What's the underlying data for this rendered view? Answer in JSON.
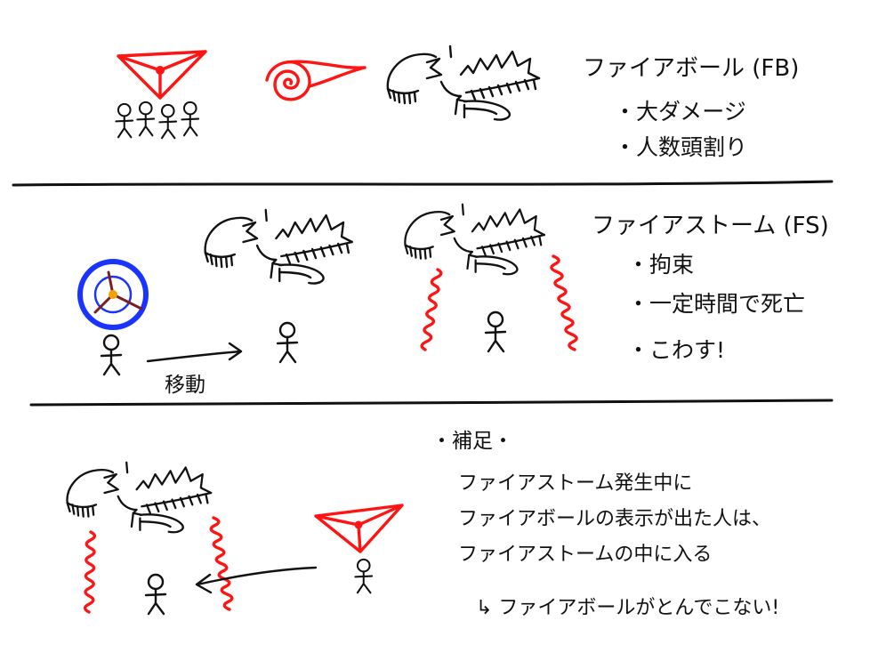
{
  "fireball": {
    "title": "ファイアボール (FB)",
    "notes": [
      "・大ダメージ",
      "・人数頭割り"
    ]
  },
  "firestorm": {
    "title": "ファイアストーム (FS)",
    "notes": [
      "・拘束",
      "・一定時間で死亡",
      "・こわす!"
    ],
    "move_label": "移動"
  },
  "supplement": {
    "heading": "・補足・",
    "lines": [
      "ファイアストーム発生中に",
      "ファイアボールの表示が出た人は、",
      "ファイアストームの中に入る"
    ],
    "result": "↳ ファイアボールがとんでこない!"
  },
  "icons": {
    "marker": "red-triangle-marker-icon",
    "player": "stick-figure-icon",
    "fireball": "fireball-spiral-icon",
    "boss": "dragon-icon",
    "aoe": "blue-circle-marker-icon",
    "firewall": "fire-wall-icon",
    "arrow": "arrow-icon"
  },
  "colors": {
    "ink": "#111111",
    "fire": "#ff1414",
    "aoe_ring": "#1a34ff",
    "aoe_center": "#f2a100",
    "aoe_spokes": "#7a1f1f",
    "background": "#ffffff"
  }
}
